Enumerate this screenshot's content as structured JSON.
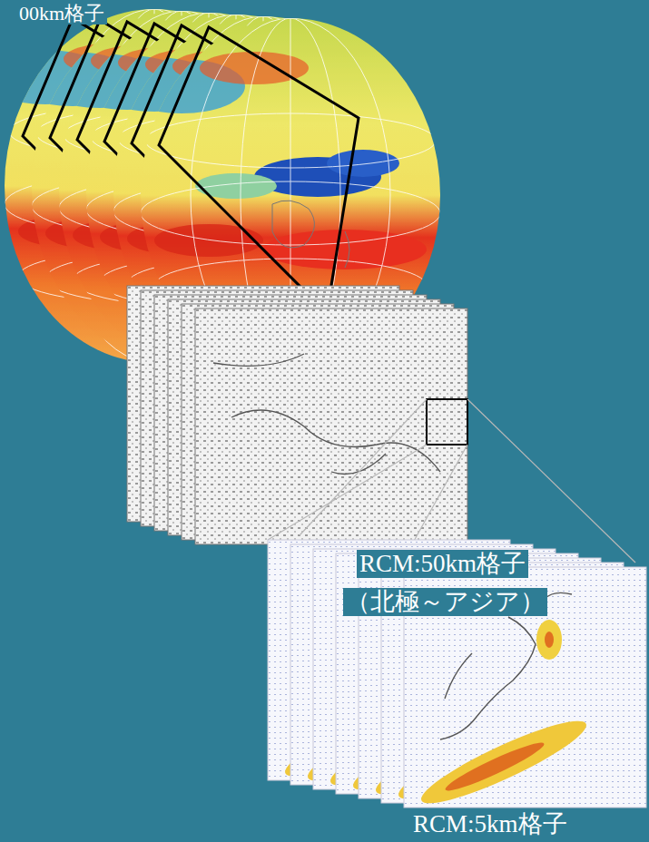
{
  "diagram": {
    "labels": [
      "00km格子",
      "RCM:50km格子",
      "（北極～アジア）",
      "RCM:5km格子"
    ]
  }
}
